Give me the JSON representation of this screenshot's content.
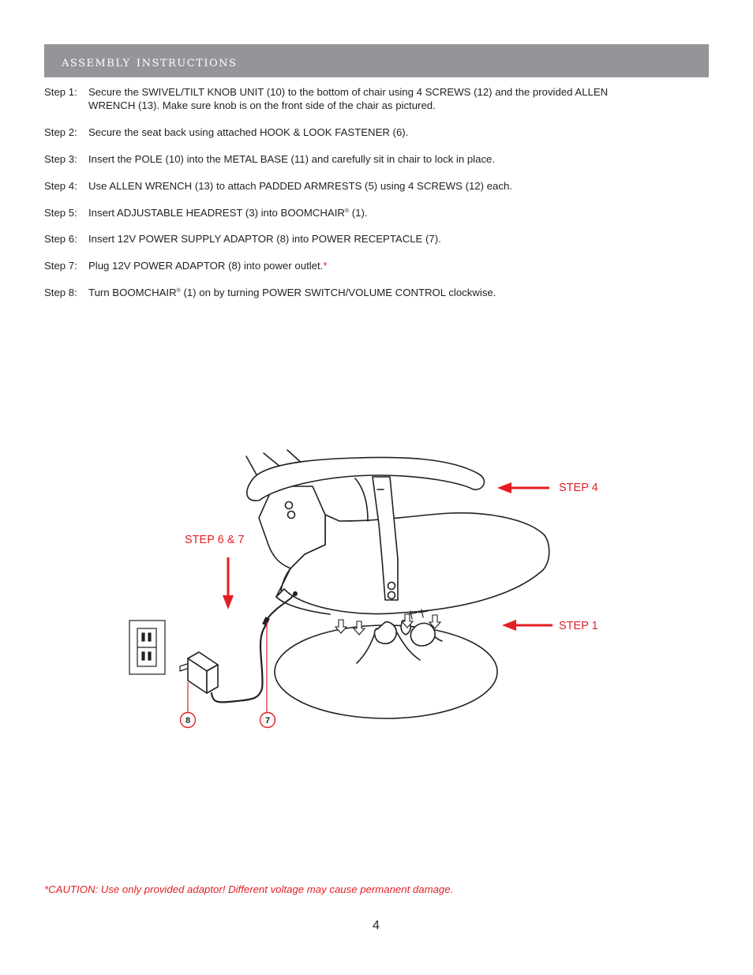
{
  "header": {
    "title": "Assembly Instructions"
  },
  "steps": [
    {
      "label": "Step 1:",
      "text_a": "Secure the SWIVEL/TILT KNOB UNIT (10) to the bottom of chair using 4 SCREWS (12) and the provided ALLEN",
      "text_b": "WRENCH (13).  Make sure knob is on the front side of the chair as pictured."
    },
    {
      "label": "Step 2:",
      "text": "Secure the seat back using attached HOOK & LOOK FASTENER (6)."
    },
    {
      "label": "Step 3:",
      "text": "Insert the POLE (10) into the METAL BASE (11) and carefully sit in chair to lock in place."
    },
    {
      "label": "Step 4:",
      "text": "Use ALLEN WRENCH (13) to attach PADDED ARMRESTS (5) using 4 SCREWS (12) each."
    },
    {
      "label": "Step 5:",
      "text_pre": "Insert ADJUSTABLE HEADREST (3) into BOOMCHAIR",
      "reg": "®",
      "text_post": " (1)."
    },
    {
      "label": "Step 6:",
      "text": "Insert 12V POWER SUPPLY ADAPTOR (8) into POWER RECEPTACLE (7)."
    },
    {
      "label": "Step 7:",
      "text": "Plug 12V POWER ADAPTOR (8) into power outlet.",
      "mark": "*"
    },
    {
      "label": "Step 8:",
      "text_pre": "Turn BOOMCHAIR",
      "reg": "®",
      "text_post": " (1) on by turning POWER SWITCH/VOLUME CONTROL clockwise."
    }
  ],
  "figure": {
    "callout_step4": "STEP 4",
    "callout_step1": "STEP 1",
    "callout_step67": "STEP 6 & 7",
    "badge_adaptor": "8",
    "badge_receptacle": "7",
    "accent_color": "#e31e24"
  },
  "caution": "*CAUTION: Use only provided adaptor! Different voltage may cause permanent damage.",
  "page_number": "4"
}
